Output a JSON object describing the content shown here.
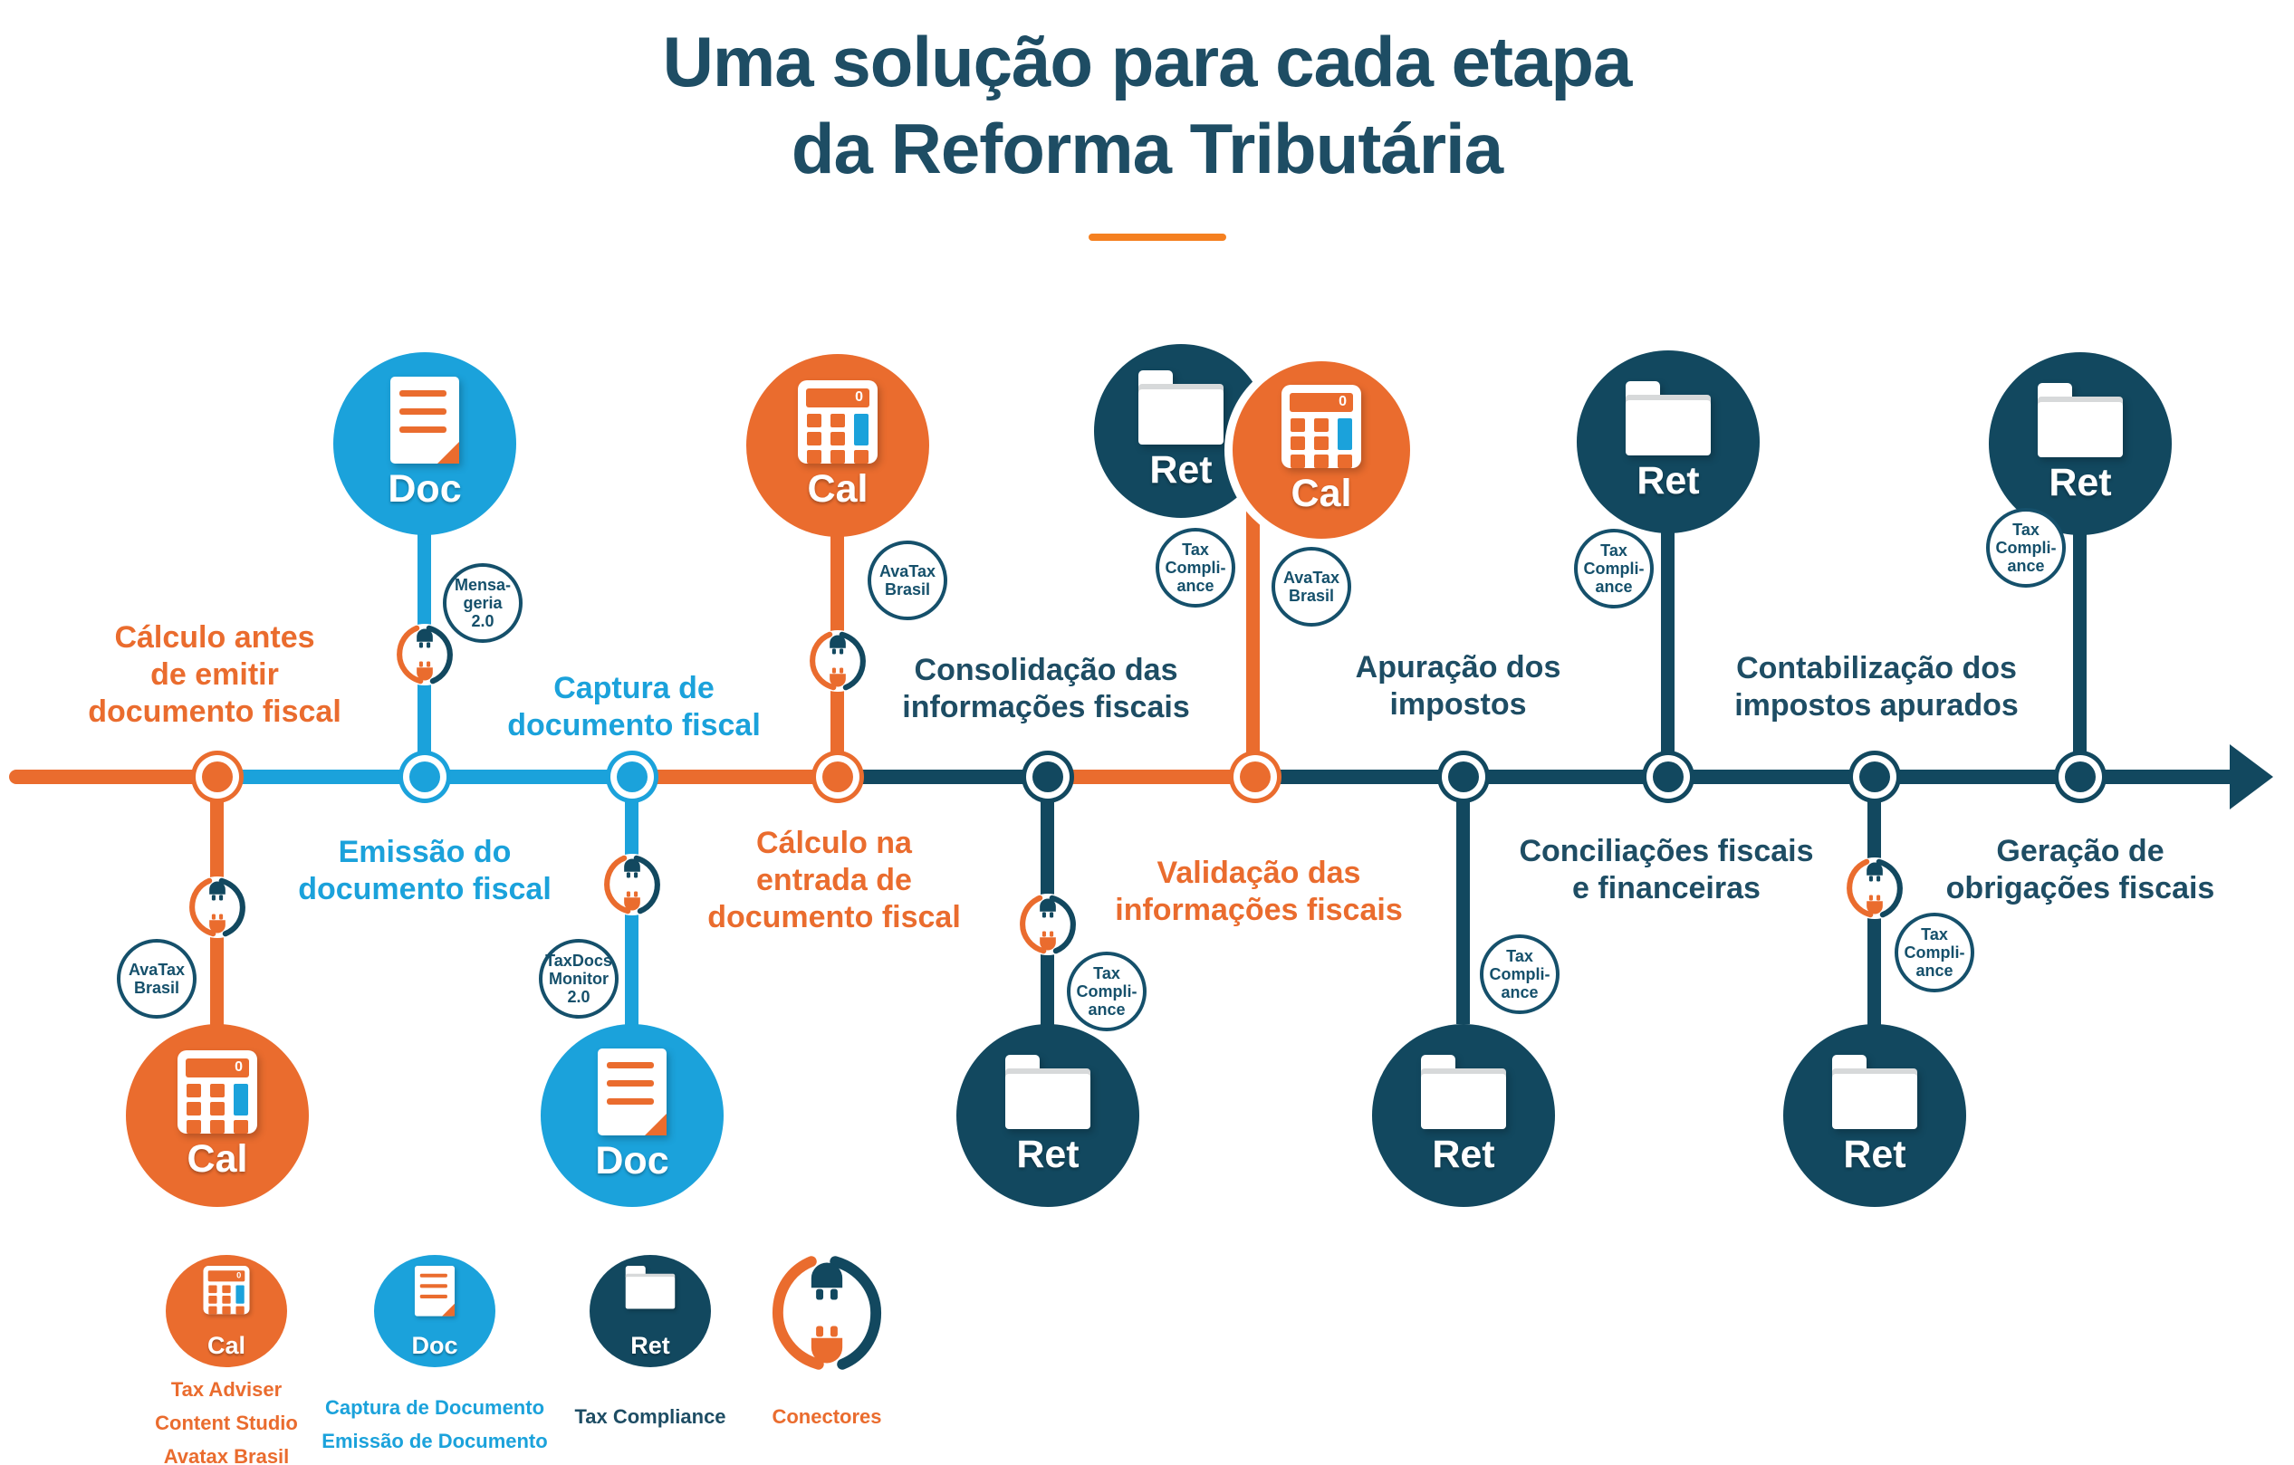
{
  "title": {
    "lines": [
      "Uma solução para cada etapa",
      "da Reforma Tributária"
    ]
  },
  "colors": {
    "orange": "#EA6C2E",
    "blue": "#1BA2DB",
    "navy": "#12485F",
    "title_text": "#1E4D64",
    "divider": "#F58020",
    "badge_text": "#15506B",
    "white": "#FFFFFF"
  },
  "solution_labels": {
    "cal": "Cal",
    "doc": "Doc",
    "ret": "Ret"
  },
  "calculator_display": "0",
  "stages": [
    {
      "label_lines": [
        "Cálculo antes",
        "de emitir",
        "documento fiscal"
      ],
      "color": "orange",
      "label_position": "above-line",
      "solution": "Cal",
      "solution_position": "below-line",
      "has_connector": true,
      "badges": [
        {
          "lines": [
            "AvaTax",
            "Brasil"
          ]
        }
      ]
    },
    {
      "label_lines": [
        "Emissão do",
        "documento fiscal"
      ],
      "color": "blue",
      "label_position": "below-line",
      "solution": "Doc",
      "solution_position": "above-line",
      "has_connector": true,
      "badges": [
        {
          "lines": [
            "Mensa-",
            "geria",
            "2.0"
          ]
        }
      ]
    },
    {
      "label_lines": [
        "Captura de",
        "documento fiscal"
      ],
      "color": "blue",
      "label_position": "above-line",
      "solution": "Doc",
      "solution_position": "below-line",
      "has_connector": true,
      "badges": [
        {
          "lines": [
            "TaxDocs",
            "Monitor",
            "2.0"
          ]
        }
      ]
    },
    {
      "label_lines": [
        "Cálculo na",
        "entrada de",
        "documento fiscal"
      ],
      "color": "orange",
      "label_position": "below-line",
      "solution": "Cal",
      "solution_position": "above-line",
      "has_connector": true,
      "badges": [
        {
          "lines": [
            "AvaTax",
            "Brasil"
          ]
        }
      ]
    },
    {
      "label_lines": [
        "Consolidação das",
        "informações fiscais"
      ],
      "color": "navy",
      "label_position": "above-line",
      "solution": "Ret",
      "solution_position": "below-line",
      "has_connector": true,
      "badges": [
        {
          "lines": [
            "Tax",
            "Compli-",
            "ance"
          ]
        }
      ]
    },
    {
      "label_lines": [
        "Validação das",
        "informações fiscais"
      ],
      "color": "orange",
      "label_position": "below-line",
      "solution": "Ret + Cal",
      "solution_position": "above-line",
      "has_connector": false,
      "badges": [
        {
          "lines": [
            "Tax",
            "Compli-",
            "ance"
          ]
        },
        {
          "lines": [
            "AvaTax",
            "Brasil"
          ]
        }
      ]
    },
    {
      "label_lines": [
        "Apuração dos",
        "impostos"
      ],
      "color": "navy",
      "label_position": "above-line",
      "solution": "Ret",
      "solution_position": "below-line",
      "has_connector": false,
      "badges": [
        {
          "lines": [
            "Tax",
            "Compli-",
            "ance"
          ]
        }
      ]
    },
    {
      "label_lines": [
        "Conciliações fiscais",
        "e financeiras"
      ],
      "color": "navy",
      "label_position": "below-line",
      "solution": "Ret",
      "solution_position": "above-line",
      "has_connector": false,
      "badges": [
        {
          "lines": [
            "Tax",
            "Compli-",
            "ance"
          ]
        }
      ]
    },
    {
      "label_lines": [
        "Contabilização dos",
        "impostos apurados"
      ],
      "color": "navy",
      "label_position": "above-line",
      "solution": "Ret",
      "solution_position": "below-line",
      "has_connector": true,
      "badges": [
        {
          "lines": [
            "Tax",
            "Compli-",
            "ance"
          ]
        }
      ]
    },
    {
      "label_lines": [
        "Geração de",
        "obrigações fiscais"
      ],
      "color": "navy",
      "label_position": "below-line",
      "solution": "Ret",
      "solution_position": "above-line",
      "has_connector": false,
      "badges": [
        {
          "lines": [
            "Tax",
            "Compli-",
            "ance"
          ]
        }
      ]
    }
  ],
  "legend": {
    "items": [
      {
        "icon": "Cal",
        "color": "orange",
        "label_lines": [
          "Tax Adviser",
          "Content Studio",
          "Avatax Brasil"
        ]
      },
      {
        "icon": "Doc",
        "color": "blue",
        "label_lines": [
          "Captura de Documento",
          "Emissão de Documento"
        ]
      },
      {
        "icon": "Ret",
        "color": "navy",
        "label_lines": [
          "Tax Compliance"
        ]
      },
      {
        "icon": "Conectores",
        "color": "orange",
        "label_lines": [
          "Conectores"
        ]
      }
    ]
  }
}
